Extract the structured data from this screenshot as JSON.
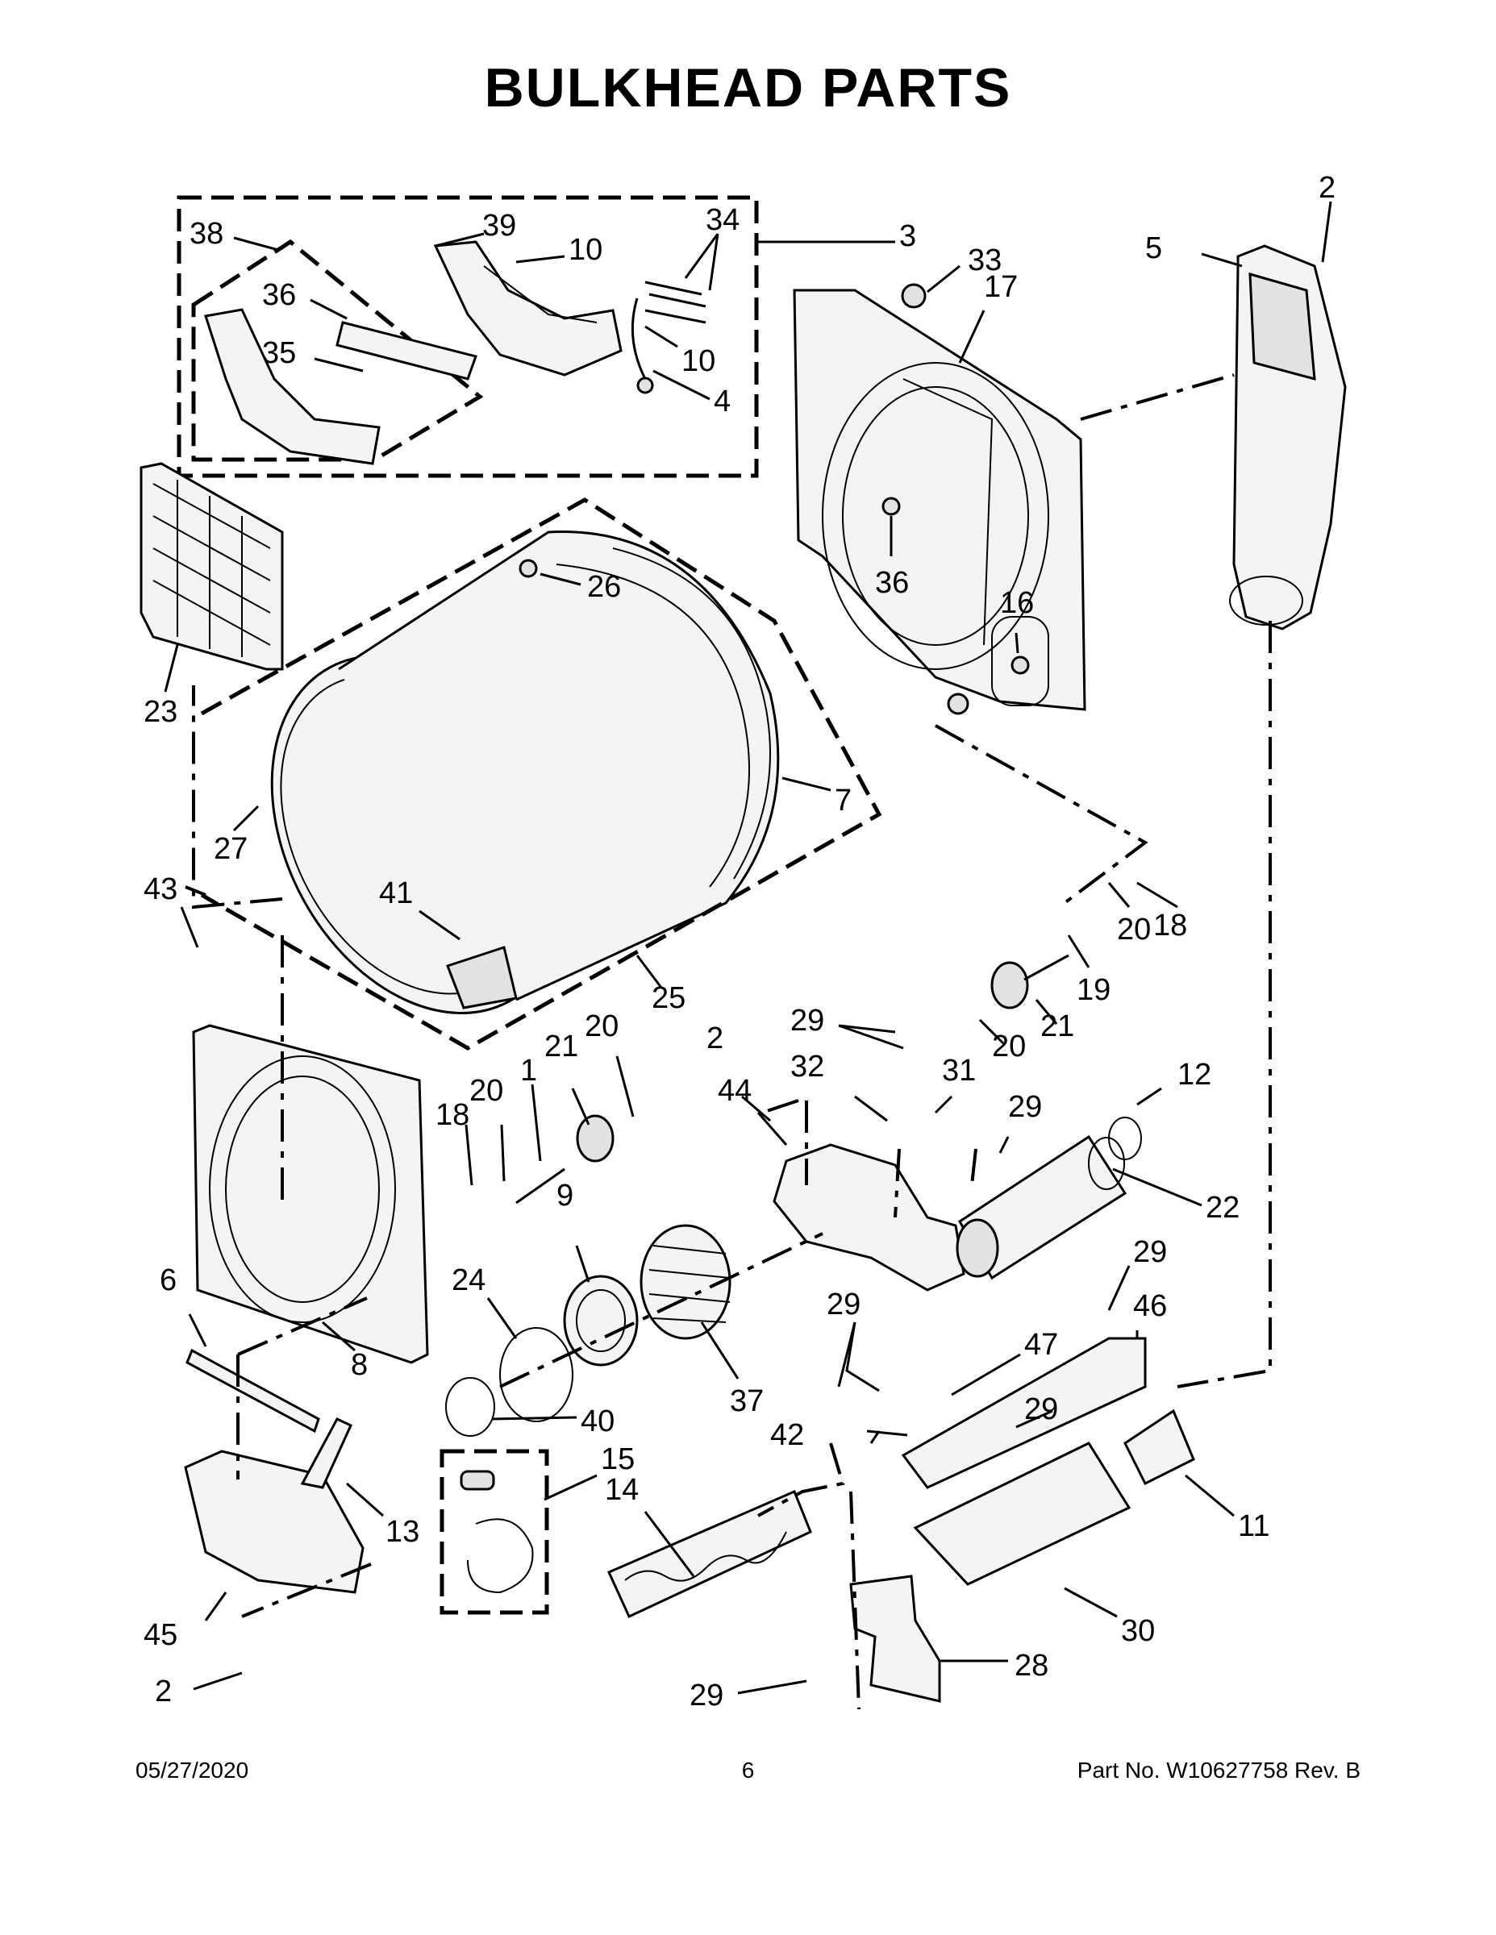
{
  "title": "BULKHEAD PARTS",
  "footer": {
    "date": "05/27/2020",
    "page": "6",
    "part_no": "Part No.  W10627758  Rev.  B"
  },
  "callouts": {
    "c38": "38",
    "c39": "39",
    "c10a": "10",
    "c34": "34",
    "c3": "3",
    "c36a": "36",
    "c35": "35",
    "c10b": "10",
    "c4": "4",
    "c33": "33",
    "c17": "17",
    "c2a": "2",
    "c5": "5",
    "c26": "26",
    "c36b": "36",
    "c16": "16",
    "c23": "23",
    "c7": "7",
    "c27": "27",
    "c43": "43",
    "c41": "41",
    "c25": "25",
    "c20a": "20",
    "c18a": "18",
    "c19": "19",
    "c21a": "21",
    "c20b": "20",
    "c29a": "29",
    "c20c": "20",
    "c21b": "21",
    "c2b": "2",
    "c32": "32",
    "c31": "31",
    "c12": "12",
    "c18b": "18",
    "c20d": "20",
    "c1": "1",
    "c44": "44",
    "c29b": "29",
    "c22": "22",
    "c9": "9",
    "c24": "24",
    "c37": "37",
    "c29c": "29",
    "c29d": "29",
    "c46": "46",
    "c6": "6",
    "c8": "8",
    "c47": "47",
    "c40": "40",
    "c29e": "29",
    "c42": "42",
    "c15": "15",
    "c13": "13",
    "c14": "14",
    "c11": "11",
    "c30": "30",
    "c45": "45",
    "c28": "28",
    "c2c": "2",
    "c29f": "29"
  }
}
